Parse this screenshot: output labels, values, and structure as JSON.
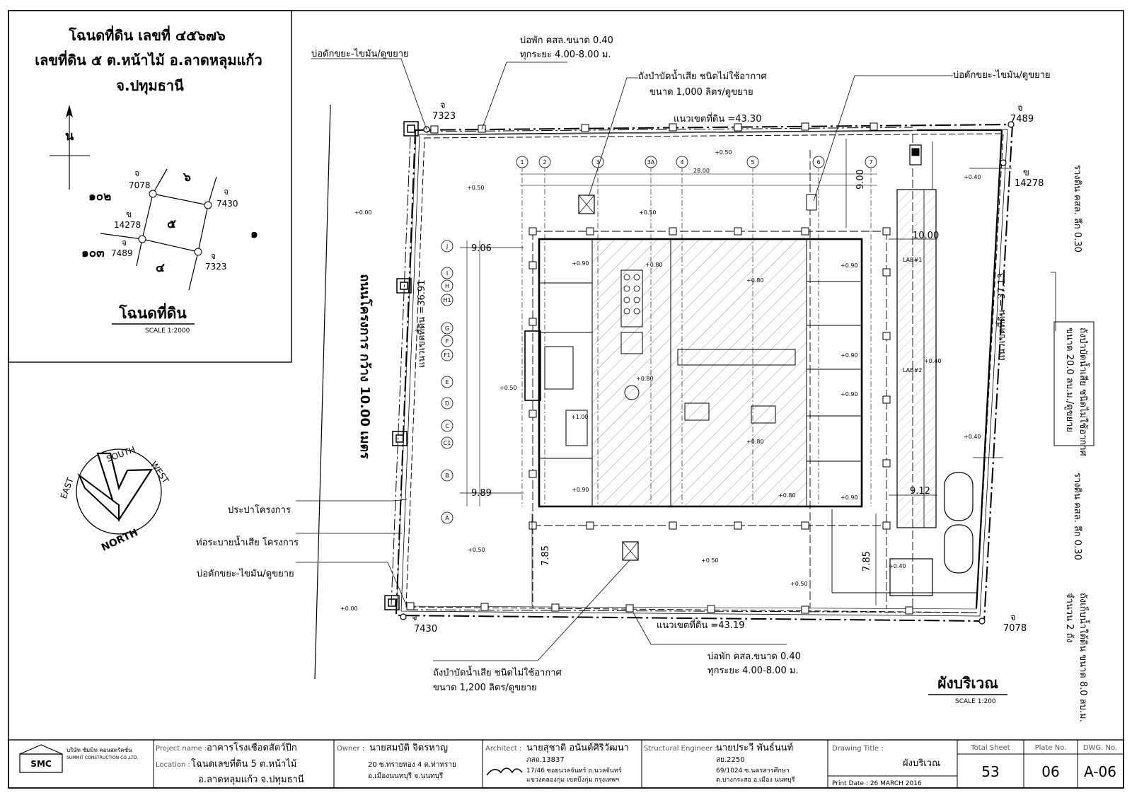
{
  "deed": {
    "title_line1": "โฉนดที่ดิน เลขที่ ๔๕๖๗๖",
    "title_line2": "เลขที่ดิน ๕ ต.หน้าไม้ อ.ลาดหลุมแก้ว",
    "title_line3": "จ.ปทุมธานี",
    "north_label": "น",
    "caption": "โฉนดที่ดิน",
    "scale": "SCALE 1:2000",
    "parcels": {
      "p6": "๖",
      "p5": "๕",
      "p1": "๑",
      "p4": "๔",
      "p102": "๑๐๒",
      "p103": "๑๐๓"
    },
    "corners": [
      {
        "k": "จ",
        "n": "7078"
      },
      {
        "k": "จ",
        "n": "7430"
      },
      {
        "k": "ข",
        "n": "14278"
      },
      {
        "k": "จ",
        "n": "7489"
      },
      {
        "k": "จ",
        "n": "7323"
      }
    ]
  },
  "compass": {
    "south": "SOUTH",
    "west": "WEST",
    "east": "EAST",
    "north": "NORTH"
  },
  "plan": {
    "road_label": "ถนนโครงการ กว้าง 10.00 เมตร",
    "boundary_top": "แนวเขตที่ดิน =43.30",
    "boundary_bottom": "แนวเขตที่ดิน =43.19",
    "boundary_left": "แนวเขตที่ดิน =36.91",
    "boundary_right": "แนวเขตที่ดิน =37.13",
    "markers": {
      "tl": {
        "k": "จ",
        "n": "7323"
      },
      "tr": {
        "k": "จ",
        "n": "7489"
      },
      "r": {
        "k": "ข",
        "n": "14278"
      },
      "bl": {
        "k": "จ",
        "n": "7430"
      },
      "br": {
        "k": "จ",
        "n": "7078"
      }
    },
    "callouts": {
      "grease_trap_tl": "บ่อดักขยะ-ไขมัน/ดูขยาย",
      "manhole_top_1": "บ่อพัก คสล.ขนาด 0.40",
      "manhole_top_2": "ทุกระยะ 4.00-8.00 ม.",
      "septic_top_1": "ถังบำบัดน้ำเสีย ชนิดไม่ใช้อากาศ",
      "septic_top_2": "ขนาด 1,000 ลิตร/ดูขยาย",
      "grease_trap_tr": "บ่อดักขยะ-ไขมัน/ดูขยาย",
      "water_supply": "ประปาโครงการ",
      "drain_pipe": "ท่อระบายน้ำเสีย โครงการ",
      "grease_trap_bl": "บ่อดักขยะ-ไขมัน/ดูขยาย",
      "septic_bottom_1": "ถังบำบัดน้ำเสีย ชนิดไม่ใช้อากาศ",
      "septic_bottom_2": "ขนาด 1,200 ลิตร/ดูขยาย",
      "manhole_bottom_1": "บ่อพัก คสล.ขนาด 0.40",
      "manhole_bottom_2": "ทุกระยะ 4.00-8.00 ม.",
      "right_ditch_top": "รางดิน คสล. ลึก 0.30",
      "right_septic_1": "ถังบำบัดน้ำเสีย ชนิดไม่ใช้อากาศ",
      "right_septic_2": "ขนาด 20.0 ลบ.ม./ดูขยาย",
      "right_ditch_bottom": "รางดิน คสล. ลึก 0.30",
      "right_tank_1": "ถังเก็บน้ำใต้ดิน ขนาด 8.0 ลบ.ม.",
      "right_tank_2": "จำนวน 2 ถัง"
    },
    "levels": {
      "l1": "+0.00",
      "l2": "+0.00",
      "l3": "+0.50",
      "l4": "+0.50",
      "l5": "+0.50",
      "l6": "+0.50",
      "l7": "+0.50",
      "l8": "+0.50",
      "l9": "+0.50",
      "l10": "+0.40",
      "l11": "+0.40",
      "l12": "+0.40",
      "l13": "+0.40",
      "l14": "+0.80",
      "l15": "+0.80",
      "l16": "+0.80",
      "l17": "+0.80",
      "l18": "+0.80",
      "l19": "+0.90",
      "l20": "+1.00",
      "l21": "+0.90",
      "l22": "+0.90",
      "l23": "+0.90",
      "l24": "+0.90",
      "l25": "+0.90"
    },
    "dims": {
      "d_top": "28.00",
      "d_906": "9.06",
      "d_989": "9.89",
      "d_900": "9.00",
      "d_1000": "10.00",
      "d_912": "9.12",
      "d_785a": "7.85",
      "d_785b": "7.85"
    },
    "grid_cols": [
      "1",
      "2",
      "3",
      "3A",
      "4",
      "5",
      "6",
      "7"
    ],
    "grid_rows": [
      "J",
      "I",
      "H",
      "H1",
      "G",
      "F",
      "F1",
      "E",
      "D",
      "C",
      "C1",
      "B",
      "A"
    ],
    "lab_labels": {
      "lab1": "LAB#1",
      "lab2": "LAB#2"
    },
    "plan_title": "ผังบริเวณ",
    "plan_scale": "SCALE 1:200"
  },
  "titleblock": {
    "company_logo": "SMC",
    "company_name_th": "บริษัท ซัมมิท คอนสตรัคชั่น",
    "company_name_en": "SUMMIT CONSTRUCTION CO.,LTD.",
    "project_label": "Project name :",
    "project_value": "อาคารโรงเชือดสัตว์ปีก",
    "location_label": "Location :",
    "location_value_1": "โฉนดเลขที่ดิน 5 ต.หน้าไม้",
    "location_value_2": "อ.ลาดหลุมแก้ว จ.ปทุมธานี",
    "owner_label": "Owner :",
    "owner_name": "นายสมบัติ จิตรหาญ",
    "owner_addr_1": "20 ซ.ทรายทอง 4 ต.ท่าทราย",
    "owner_addr_2": "อ.เมืองนนทบุรี จ.นนทบุรี",
    "architect_label": "Architect :",
    "architect_name": "นายสุชาติ อนันต์ศิริวัฒนา",
    "architect_license": "ภสถ.13837",
    "architect_addr_1": "17/46 ซอยนวลจันทร์ ถ.นวลจันทร์",
    "architect_addr_2": "แขวงคลองกุ่ม เขตบึงกุ่ม กรุงเทพฯ",
    "struct_label": "Structural Engineer :",
    "struct_name": "นายประวี พันธ์นนท์",
    "struct_license": "สย.2250",
    "struct_addr_1": "69/1024 ซ.นครสารศึกษา",
    "struct_addr_2": "ต.บางกระสอ อ.เมือง นนทบุรี",
    "drawing_title_label": "Drawing Title :",
    "drawing_title_value": "ผังบริเวณ",
    "print_date": "Print Date : 26 MARCH 2016",
    "total_sheet_label": "Total Sheet",
    "total_sheet_value": "53",
    "plate_label": "Plate No.",
    "plate_value": "06",
    "dwg_label": "DWG. No.",
    "dwg_value": "A-06"
  }
}
